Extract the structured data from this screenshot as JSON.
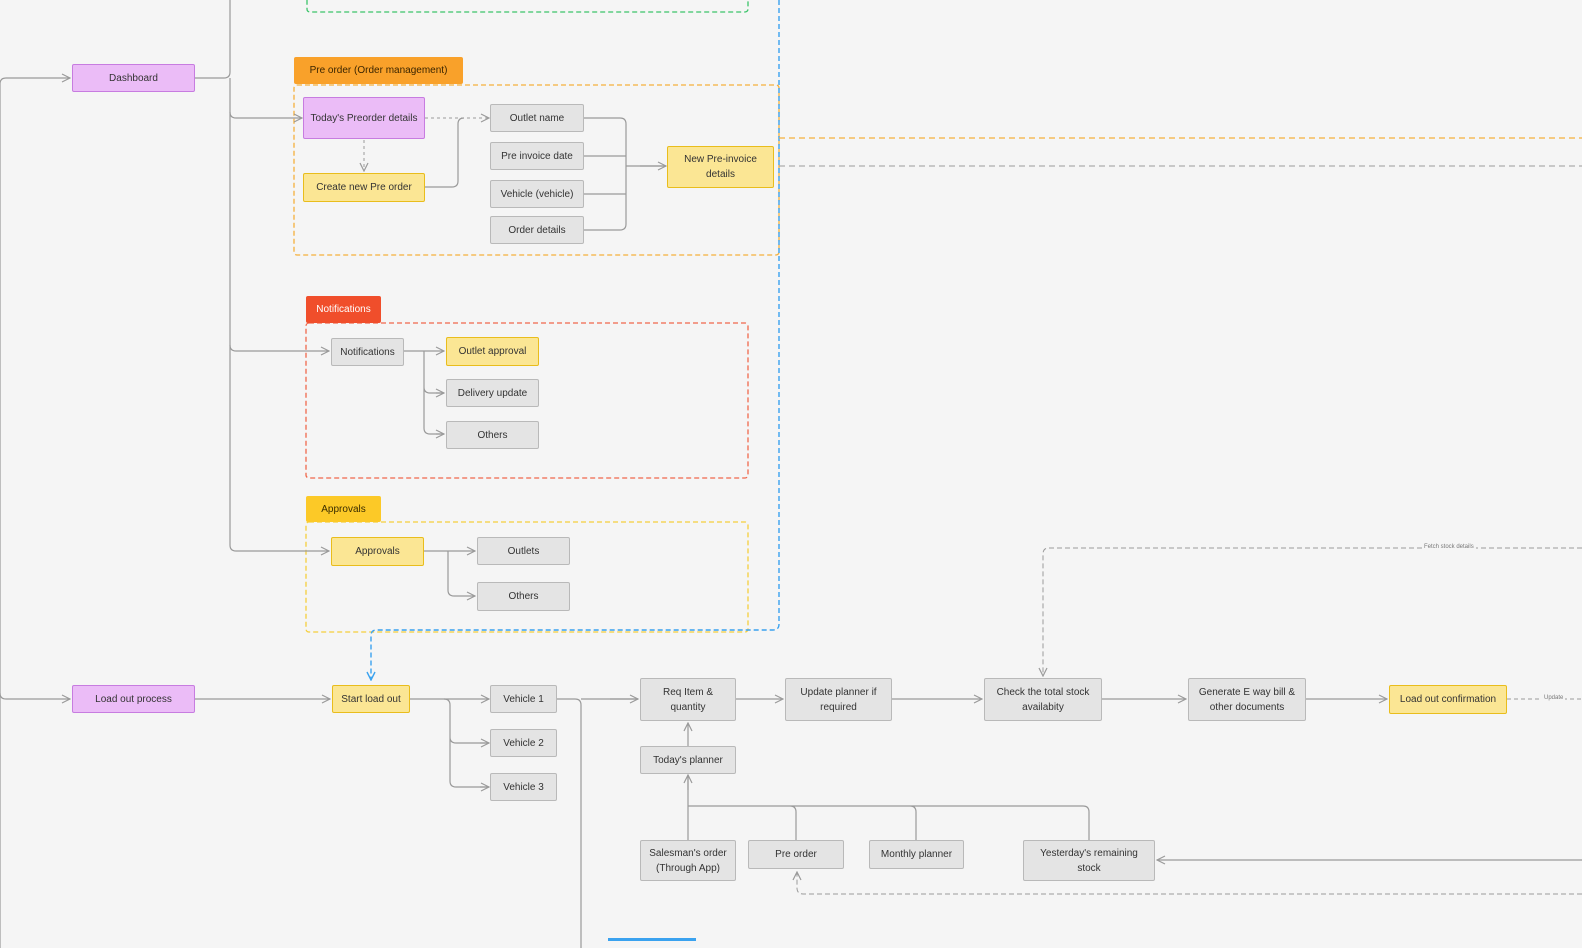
{
  "groups": {
    "preorder": "Pre order (Order management)",
    "notifications": "Notifications",
    "approvals": "Approvals"
  },
  "nodes": {
    "dashboard": "Dashboard",
    "load_out_process": "Load out process",
    "todays_preorder_details": "Today's Preorder details",
    "create_new_preorder": "Create new Pre order",
    "outlet_name": "Outlet name",
    "pre_invoice_date": "Pre invoice date",
    "vehicle": "Vehicle (vehicle)",
    "order_details": "Order details",
    "new_pre_invoice_details": "New Pre-invoice details",
    "notifications": "Notifications",
    "outlet_approval": "Outlet approval",
    "delivery_update": "Delivery update",
    "notif_others": "Others",
    "approvals": "Approvals",
    "outlets": "Outlets",
    "approval_others": "Others",
    "start_load_out": "Start load out",
    "vehicle_1": "Vehicle 1",
    "vehicle_2": "Vehicle 2",
    "vehicle_3": "Vehicle 3",
    "req_item_quantity": "Req Item & quantity",
    "todays_planner": "Today's planner",
    "update_planner": "Update planner if required",
    "check_total_stock": "Check the total stock availabity",
    "generate_eway_bill": "Generate E way bill & other documents",
    "load_out_confirmation": "Load out confirmation",
    "salesmans_order": "Salesman's order (Through App)",
    "pre_order": "Pre order",
    "monthly_planner": "Monthly planner",
    "yesterdays_remaining_stock": "Yesterday's remaining stock"
  },
  "edge_labels": {
    "fetch_stock_details": "Fetch stock details",
    "update": "Update"
  },
  "colors": {
    "grey_fill": "#e4e4e4",
    "yellow_fill": "#fbe694",
    "purple_fill": "#ebbcf7",
    "orange_group": "#f9a12a",
    "red_group": "#f04e2b",
    "yellow_group": "#fcc927",
    "blue_connector": "#3aa2ef",
    "green_group": "#3cc46a"
  }
}
